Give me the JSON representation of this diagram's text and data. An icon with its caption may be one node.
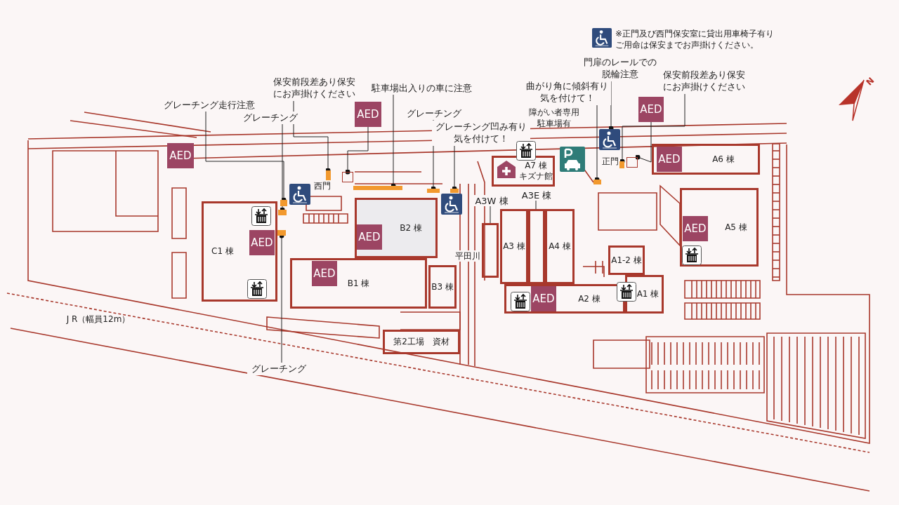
{
  "diagram": {
    "nodes": [
      {
        "text": [
          "グレーチング走行注意"
        ]
      },
      {
        "text": [],
        "shape": "bar"
      },
      {
        "text": [
          "グレーチング"
        ]
      },
      {
        "text": [],
        "shape": "bar"
      },
      {
        "text": [
          "保安前段差あり保安にお声掛けください"
        ]
      },
      {
        "text": [],
        "shape": "bar"
      },
      {
        "text": [
          "AED"
        ]
      },
      {
        "text": [
          "駐車場出入りの車に注意"
        ]
      },
      {
        "text": [],
        "shape": "bar"
      },
      {
        "text": [
          "グレーチング"
        ]
      },
      {
        "text": [],
        "shape": "bar"
      },
      {
        "text": [
          "グレーチング凹み有り気を付けて！"
        ]
      },
      {
        "text": [],
        "shape": "bar"
      },
      {
        "text": [
          "グレーチング"
        ]
      },
      {
        "text": [],
        "shape": "bar"
      },
      {
        "text": [
          "曲がり角に傾斜有り気を付けて！"
        ]
      },
      {
        "text": [],
        "shape": "bar"
      },
      {
        "text": [
          "門扉のレールでの脱輪注意"
        ]
      },
      {
        "text": [],
        "shape": "picture"
      },
      {
        "text": [
          "保安前段差あり保安にお声掛けください"
        ]
      },
      {
        "text": [],
        "shape": "bar"
      },
      {
        "text": [
          "AED"
        ]
      },
      {
        "text": [
          "AED"
        ]
      },
      {
        "text": [
          "C1 棟"
        ]
      },
      {
        "text": [
          "AED"
        ],
        "in": 23
      },
      {
        "text": [
          "B2 棟"
        ]
      },
      {
        "text": [
          "AED"
        ],
        "in": 25
      },
      {
        "text": [
          "B1 棟"
        ]
      },
      {
        "text": [
          "AED"
        ],
        "in": 27
      },
      {
        "text": [
          "B3 棟"
        ]
      },
      {
        "text": [
          "第2工場　資材"
        ]
      },
      {
        "text": [
          "A3W 棟"
        ]
      },
      {
        "text": [],
        "shape": "box"
      },
      {
        "text": [
          "A3E 棟"
        ]
      },
      {
        "text": [],
        "shape": "box"
      },
      {
        "text": [
          "A3 棟"
        ]
      },
      {
        "text": [
          "A4 棟"
        ]
      },
      {
        "text": [
          "A7 棟",
          "キズナ館"
        ]
      },
      {
        "text": [
          "A6 棟"
        ]
      },
      {
        "text": [
          "AED"
        ],
        "in": 38
      },
      {
        "text": [
          "A5 棟"
        ]
      },
      {
        "text": [
          "AED"
        ],
        "in": 40
      },
      {
        "text": [
          "A1-2 棟"
        ]
      },
      {
        "text": [
          "A1 棟"
        ]
      },
      {
        "text": [
          "A2 棟"
        ]
      },
      {
        "text": [
          "AED"
        ],
        "in": 44
      },
      {
        "text": [],
        "shape": "box"
      },
      {
        "text": [],
        "shape": "box"
      }
    ],
    "edges": [
      {
        "from": 0,
        "to": 1,
        "arrow": "other"
      },
      {
        "from": 2,
        "to": 3,
        "arrow": "other"
      },
      {
        "from": 4,
        "to": 5,
        "arrow": "other"
      },
      {
        "from": 6,
        "to": 46,
        "arrow": "other"
      },
      {
        "from": 7,
        "to": 8,
        "arrow": "other"
      },
      {
        "from": 9,
        "to": 10,
        "arrow": "other"
      },
      {
        "from": 11,
        "to": 12,
        "arrow": "other"
      },
      {
        "from": 13,
        "to": 14,
        "arrow": "other"
      },
      {
        "from": 15,
        "to": 16,
        "arrow": "other"
      },
      {
        "from": 17,
        "to": 18,
        "arrow": "other"
      },
      {
        "from": 19,
        "to": 20,
        "arrow": "other"
      },
      {
        "from": 21,
        "to": 47,
        "arrow": "other"
      },
      {
        "from": 31,
        "to": 32,
        "arrow": "none"
      },
      {
        "from": 33,
        "to": 34,
        "arrow": "none"
      }
    ],
    "labels": [
      "※正門及び西門保安室に貸出用車椅子有りご用命は保安までお声掛けください。",
      "障がい者専用駐車場有",
      "西門",
      "正門",
      "平田川",
      "J R（幅員12m）",
      "N"
    ]
  }
}
